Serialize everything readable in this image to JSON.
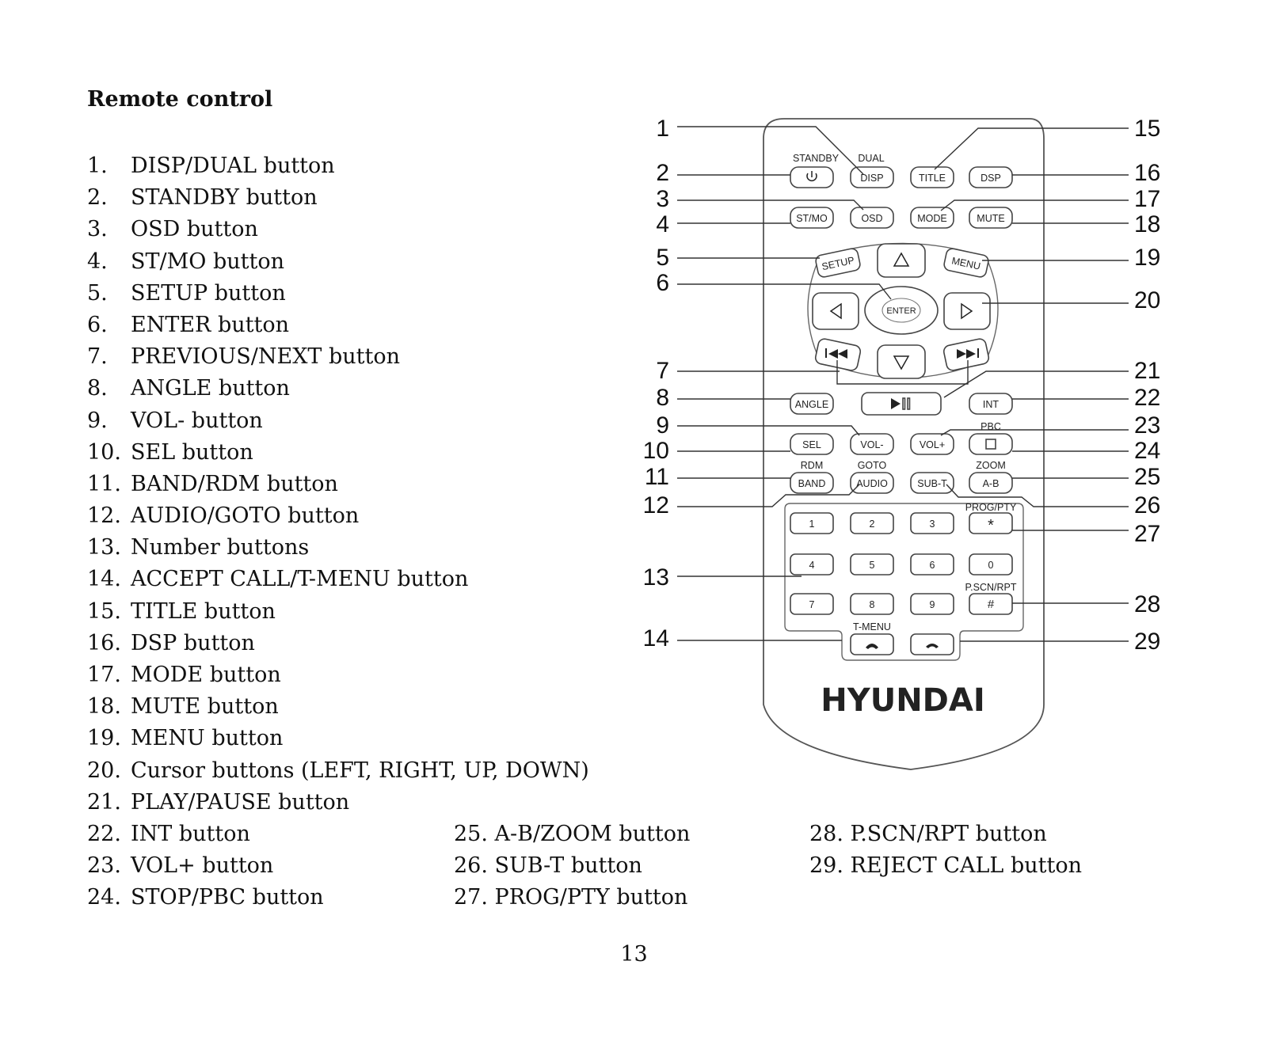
{
  "title": "Remote control",
  "items": [
    {
      "num": "1.",
      "text": "DISP/DUAL button"
    },
    {
      "num": "2.",
      "text": "STANDBY button"
    },
    {
      "num": "3.",
      "text": "OSD button"
    },
    {
      "num": "4.",
      "text": "ST/MO button"
    },
    {
      "num": "5.",
      "text": "SETUP button"
    },
    {
      "num": "6.",
      "text": "ENTER button"
    },
    {
      "num": "7.",
      "text": "PREVIOUS/NEXT button"
    },
    {
      "num": "8.",
      "text": "ANGLE button"
    },
    {
      "num": "9.",
      "text": "VOL- button"
    },
    {
      "num": "10.",
      "text": "SEL button"
    },
    {
      "num": "11.",
      "text": "BAND/RDM button"
    },
    {
      "num": "12.",
      "text": "AUDIO/GOTO button"
    },
    {
      "num": "13.",
      "text": "Number buttons"
    },
    {
      "num": "14.",
      "text": "ACCEPT CALL/T-MENU button"
    },
    {
      "num": "15.",
      "text": "TITLE button"
    },
    {
      "num": "16.",
      "text": "DSP button"
    },
    {
      "num": "17.",
      "text": "MODE button"
    },
    {
      "num": "18.",
      "text": "MUTE button"
    },
    {
      "num": "19.",
      "text": "MENU button"
    },
    {
      "num": "20.",
      "text": "Cursor buttons (LEFT, RIGHT, UP, DOWN)"
    },
    {
      "num": "21.",
      "text": "PLAY/PAUSE button"
    },
    {
      "num": "22.",
      "text": "INT button"
    },
    {
      "num": "23.",
      "text": "VOL+ button"
    },
    {
      "num": "24.",
      "text": "STOP/PBC button"
    }
  ],
  "col2": [
    "25. A-B/ZOOM button",
    "26. SUB-T button",
    "27. PROG/PTY button"
  ],
  "col3": [
    "28. P.SCN/RPT button",
    "29. REJECT CALL button"
  ],
  "page_number": "13",
  "remote": {
    "brand": "HYUNDAI",
    "top_labels": {
      "standby": "STANDBY",
      "dual": "DUAL",
      "pbc": "PBC",
      "rdm": "RDM",
      "goto": "GOTO",
      "zoom": "ZOOM",
      "prog": "PROG/PTY",
      "pscn": "P.SCN/RPT",
      "tmenu": "T-MENU"
    },
    "buttons": {
      "disp": "DISP",
      "title": "TITLE",
      "dsp": "DSP",
      "stmo": "ST/MO",
      "osd": "OSD",
      "mode": "MODE",
      "mute": "MUTE",
      "setup": "SETUP",
      "menu": "MENU",
      "enter": "ENTER",
      "angle": "ANGLE",
      "int": "INT",
      "sel": "SEL",
      "volm": "VOL-",
      "volp": "VOL+",
      "band": "BAND",
      "audio": "AUDIO",
      "subt": "SUB-T",
      "ab": "A-B",
      "n1": "1",
      "n2": "2",
      "n3": "3",
      "star": "*",
      "n4": "4",
      "n5": "5",
      "n6": "6",
      "n0": "0",
      "n7": "7",
      "n8": "8",
      "n9": "9",
      "hash": "#"
    },
    "callouts_left": [
      "1",
      "2",
      "3",
      "4",
      "5",
      "6",
      "7",
      "8",
      "9",
      "10",
      "11",
      "12",
      "13",
      "14"
    ],
    "callouts_right": [
      "15",
      "16",
      "17",
      "18",
      "19",
      "20",
      "21",
      "22",
      "23",
      "24",
      "25",
      "26",
      "27",
      "28",
      "29"
    ]
  }
}
